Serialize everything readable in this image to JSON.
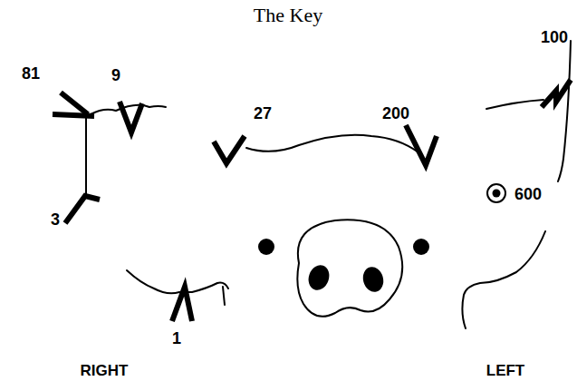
{
  "diagram": {
    "title": "The Key",
    "labels": [
      "100",
      "81",
      "9",
      "27",
      "200",
      "600",
      "3",
      "1",
      "RIGHT",
      "LEFT"
    ]
  }
}
